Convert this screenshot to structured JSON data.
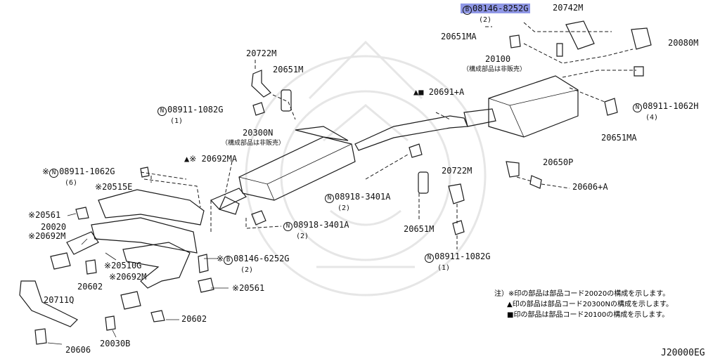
{
  "diagram": {
    "code": "J20000EG",
    "highlight_color": "#8f97e6",
    "parts": [
      {
        "id": "p1",
        "number": "08146-8252G",
        "prefix": "B",
        "qty": "(2)",
        "highlighted": true
      },
      {
        "id": "p2",
        "number": "20742M"
      },
      {
        "id": "p3",
        "number": "20651MA"
      },
      {
        "id": "p4",
        "number": "20080M"
      },
      {
        "id": "p5",
        "number": "20100",
        "note": "（構成部品は非販売）"
      },
      {
        "id": "p6",
        "number": "08911-1062H",
        "prefix": "N",
        "qty": "(4)"
      },
      {
        "id": "p7",
        "number": "20651MA"
      },
      {
        "id": "p8",
        "number": "20722M"
      },
      {
        "id": "p9",
        "number": "20651M"
      },
      {
        "id": "p10",
        "number": "08911-1082G",
        "prefix": "N",
        "qty": "(1)"
      },
      {
        "id": "p11",
        "number": "20691+A",
        "marks": "▲■"
      },
      {
        "id": "p12",
        "number": "20300N",
        "note": "（構成部品は非販売）"
      },
      {
        "id": "p13",
        "number": "20692MA",
        "marks": "▲※"
      },
      {
        "id": "p14",
        "number": "08911-1062G",
        "prefix": "N",
        "marks": "※",
        "qty": "(6)"
      },
      {
        "id": "p15",
        "number": "20515E",
        "marks": "※"
      },
      {
        "id": "p16",
        "number": "20561",
        "marks": "※"
      },
      {
        "id": "p17",
        "number": "20020"
      },
      {
        "id": "p18",
        "number": "20692M",
        "marks": "※"
      },
      {
        "id": "p19",
        "number": "20510G",
        "marks": "※"
      },
      {
        "id": "p20",
        "number": "20602"
      },
      {
        "id": "p21",
        "number": "20692M",
        "marks": "※"
      },
      {
        "id": "p22",
        "number": "20711Q"
      },
      {
        "id": "p23",
        "number": "20030B"
      },
      {
        "id": "p24",
        "number": "20606"
      },
      {
        "id": "p25",
        "number": "20602"
      },
      {
        "id": "p26",
        "number": "20561",
        "marks": "※"
      },
      {
        "id": "p27",
        "number": "08146-6252G",
        "prefix": "B",
        "marks": "※",
        "qty": "(2)"
      },
      {
        "id": "p28",
        "number": "08918-3401A",
        "prefix": "N",
        "qty": "(2)"
      },
      {
        "id": "p29",
        "number": "08918-3401A",
        "prefix": "N",
        "qty": "(2)"
      },
      {
        "id": "p30",
        "number": "20722M"
      },
      {
        "id": "p31",
        "number": "20651M"
      },
      {
        "id": "p32",
        "number": "08911-1082G",
        "prefix": "N",
        "qty": "(1)"
      },
      {
        "id": "p33",
        "number": "20650P"
      },
      {
        "id": "p34",
        "number": "20606+A"
      }
    ],
    "notes": [
      "注）※印の部品は部品コード20020の構成を示します。",
      "▲印の部品は部品コード20300Nの構成を示します。",
      "■印の部品は部品コード20100の構成を示します。"
    ]
  }
}
